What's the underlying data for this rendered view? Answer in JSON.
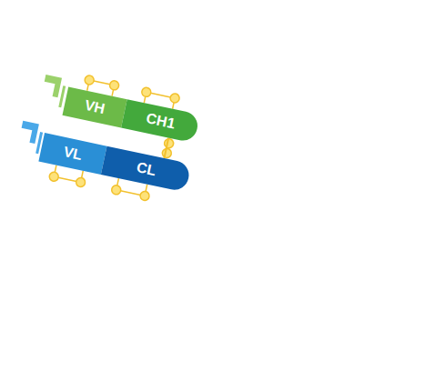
{
  "diagram": {
    "nodes": [
      {
        "text": [
          "VH"
        ]
      },
      {
        "text": [
          "CH1"
        ]
      },
      {
        "text": [
          "VL"
        ]
      },
      {
        "text": [
          "CL"
        ]
      }
    ],
    "edges": [
      {
        "from": 1,
        "to": 3,
        "arrow": "none"
      }
    ]
  }
}
